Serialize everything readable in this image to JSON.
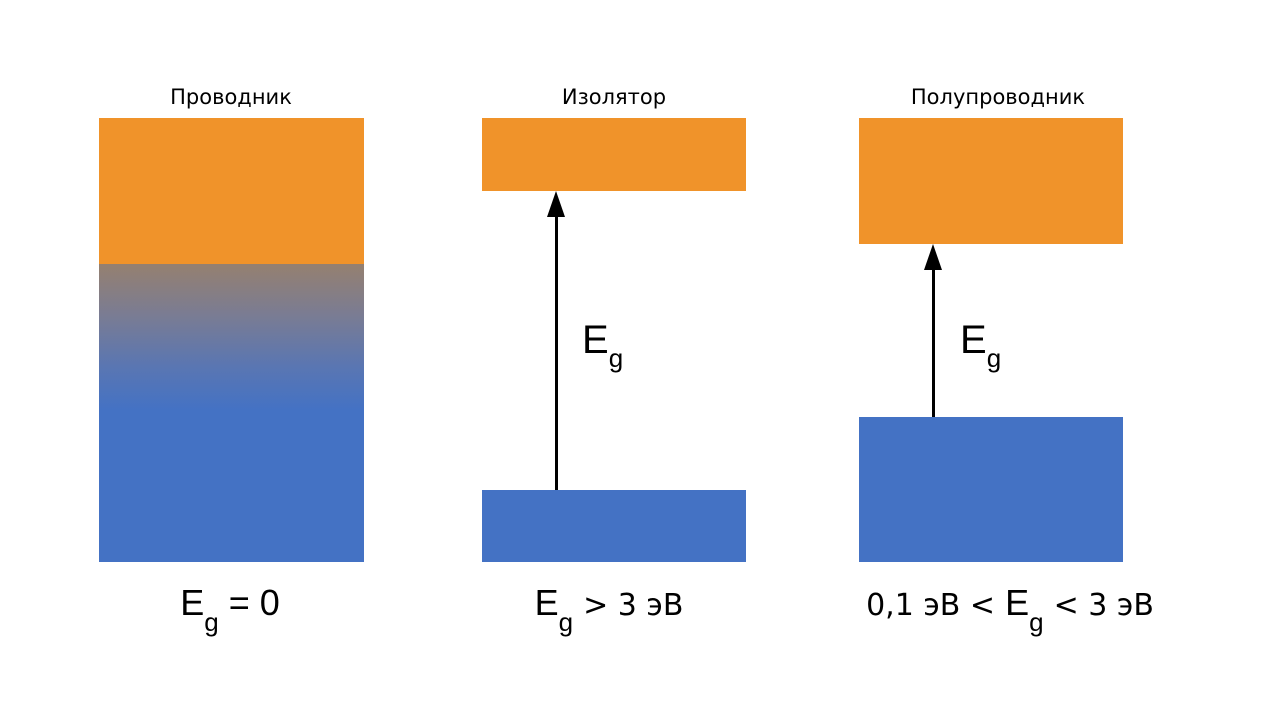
{
  "panels": [
    {
      "title": "Проводник",
      "symbol": "E",
      "subscript": "g",
      "relation": "= 0"
    },
    {
      "title": "Изолятор",
      "symbol": "E",
      "subscript": "g",
      "relation": "> 3 эВ",
      "gap_label": "E",
      "gap_sub": "g"
    },
    {
      "title": "Полупроводник",
      "symbol": "E",
      "subscript": "g",
      "left": "0,1 эВ <",
      "relation": "< 3 эВ",
      "gap_label": "E",
      "gap_sub": "g"
    }
  ],
  "colors": {
    "conduction": "#F0932A",
    "valence": "#4472C4"
  }
}
